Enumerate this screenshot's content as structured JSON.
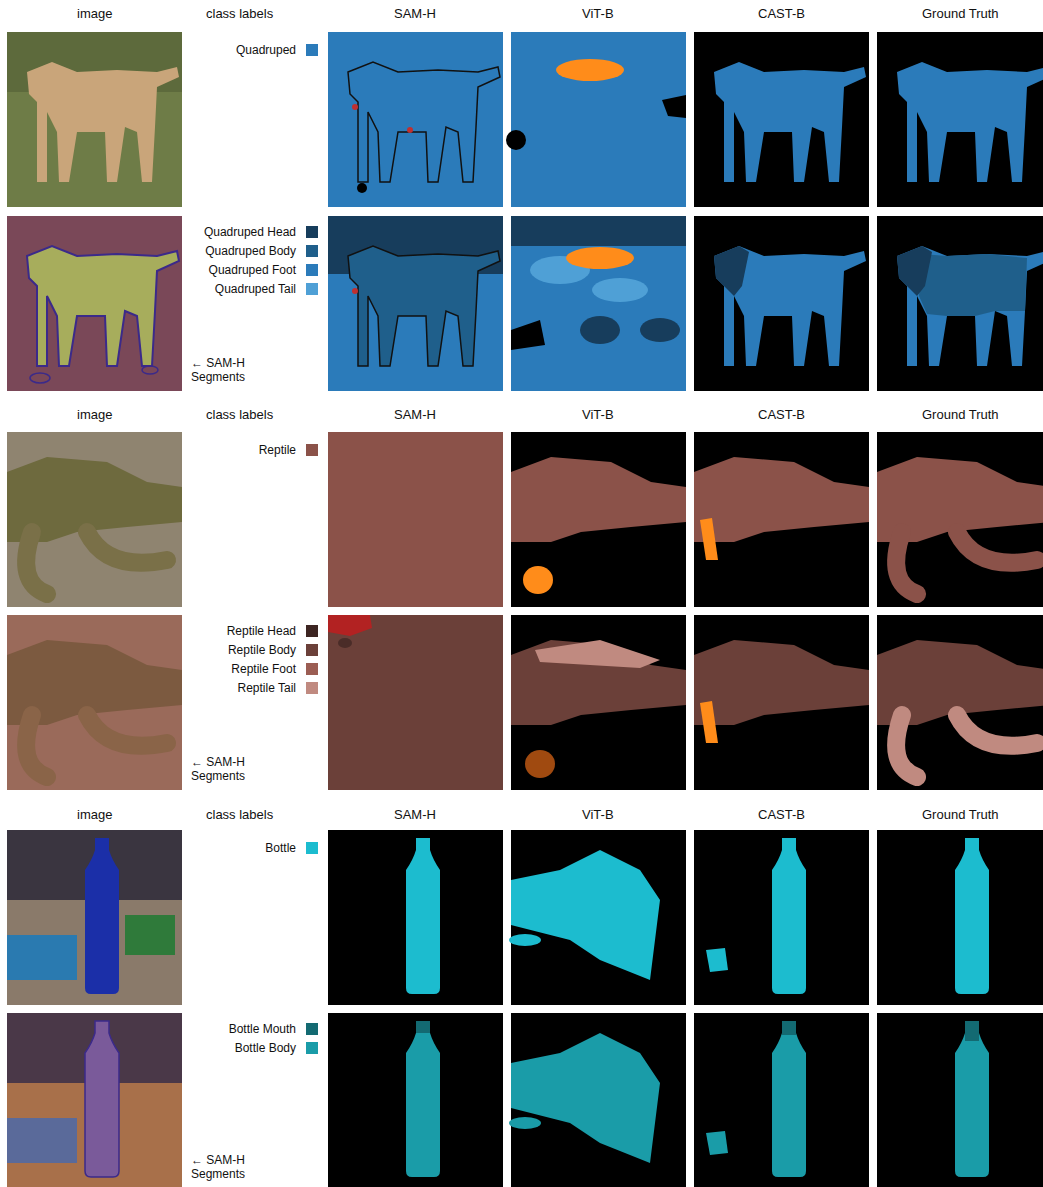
{
  "diagram": {
    "labels": [
      "image",
      "class labels",
      "SAM-H",
      "ViT-B",
      "CAST-B",
      "Ground Truth",
      "← SAM-H Segments",
      "image",
      "class labels",
      "SAM-H",
      "ViT-B",
      "CAST-B",
      "Ground Truth",
      "← SAM-H Segments",
      "image",
      "class labels",
      "SAM-H",
      "ViT-B",
      "CAST-B",
      "Ground Truth",
      "← SAM-H Segments"
    ],
    "legend": [
      {
        "text": "Quadruped",
        "color": "#2b7bba"
      },
      {
        "text": "Quadruped Head",
        "color": "#173d5c"
      },
      {
        "text": "Quadruped Body",
        "color": "#1f5f8b"
      },
      {
        "text": "Quadruped Foot",
        "color": "#2b7bba"
      },
      {
        "text": "Quadruped Tail",
        "color": "#4fa0d6"
      },
      {
        "text": "Reptile",
        "color": "#8b5249"
      },
      {
        "text": "Reptile Head",
        "color": "#3d2522"
      },
      {
        "text": "Reptile Body",
        "color": "#6b4039"
      },
      {
        "text": "Reptile Foot",
        "color": "#9b5d53"
      },
      {
        "text": "Reptile Tail",
        "color": "#c08a80"
      },
      {
        "text": "Bottle",
        "color": "#1cbccf"
      },
      {
        "text": "Bottle Mouth",
        "color": "#136a72"
      },
      {
        "text": "Bottle Body",
        "color": "#1a9ca8"
      }
    ]
  }
}
